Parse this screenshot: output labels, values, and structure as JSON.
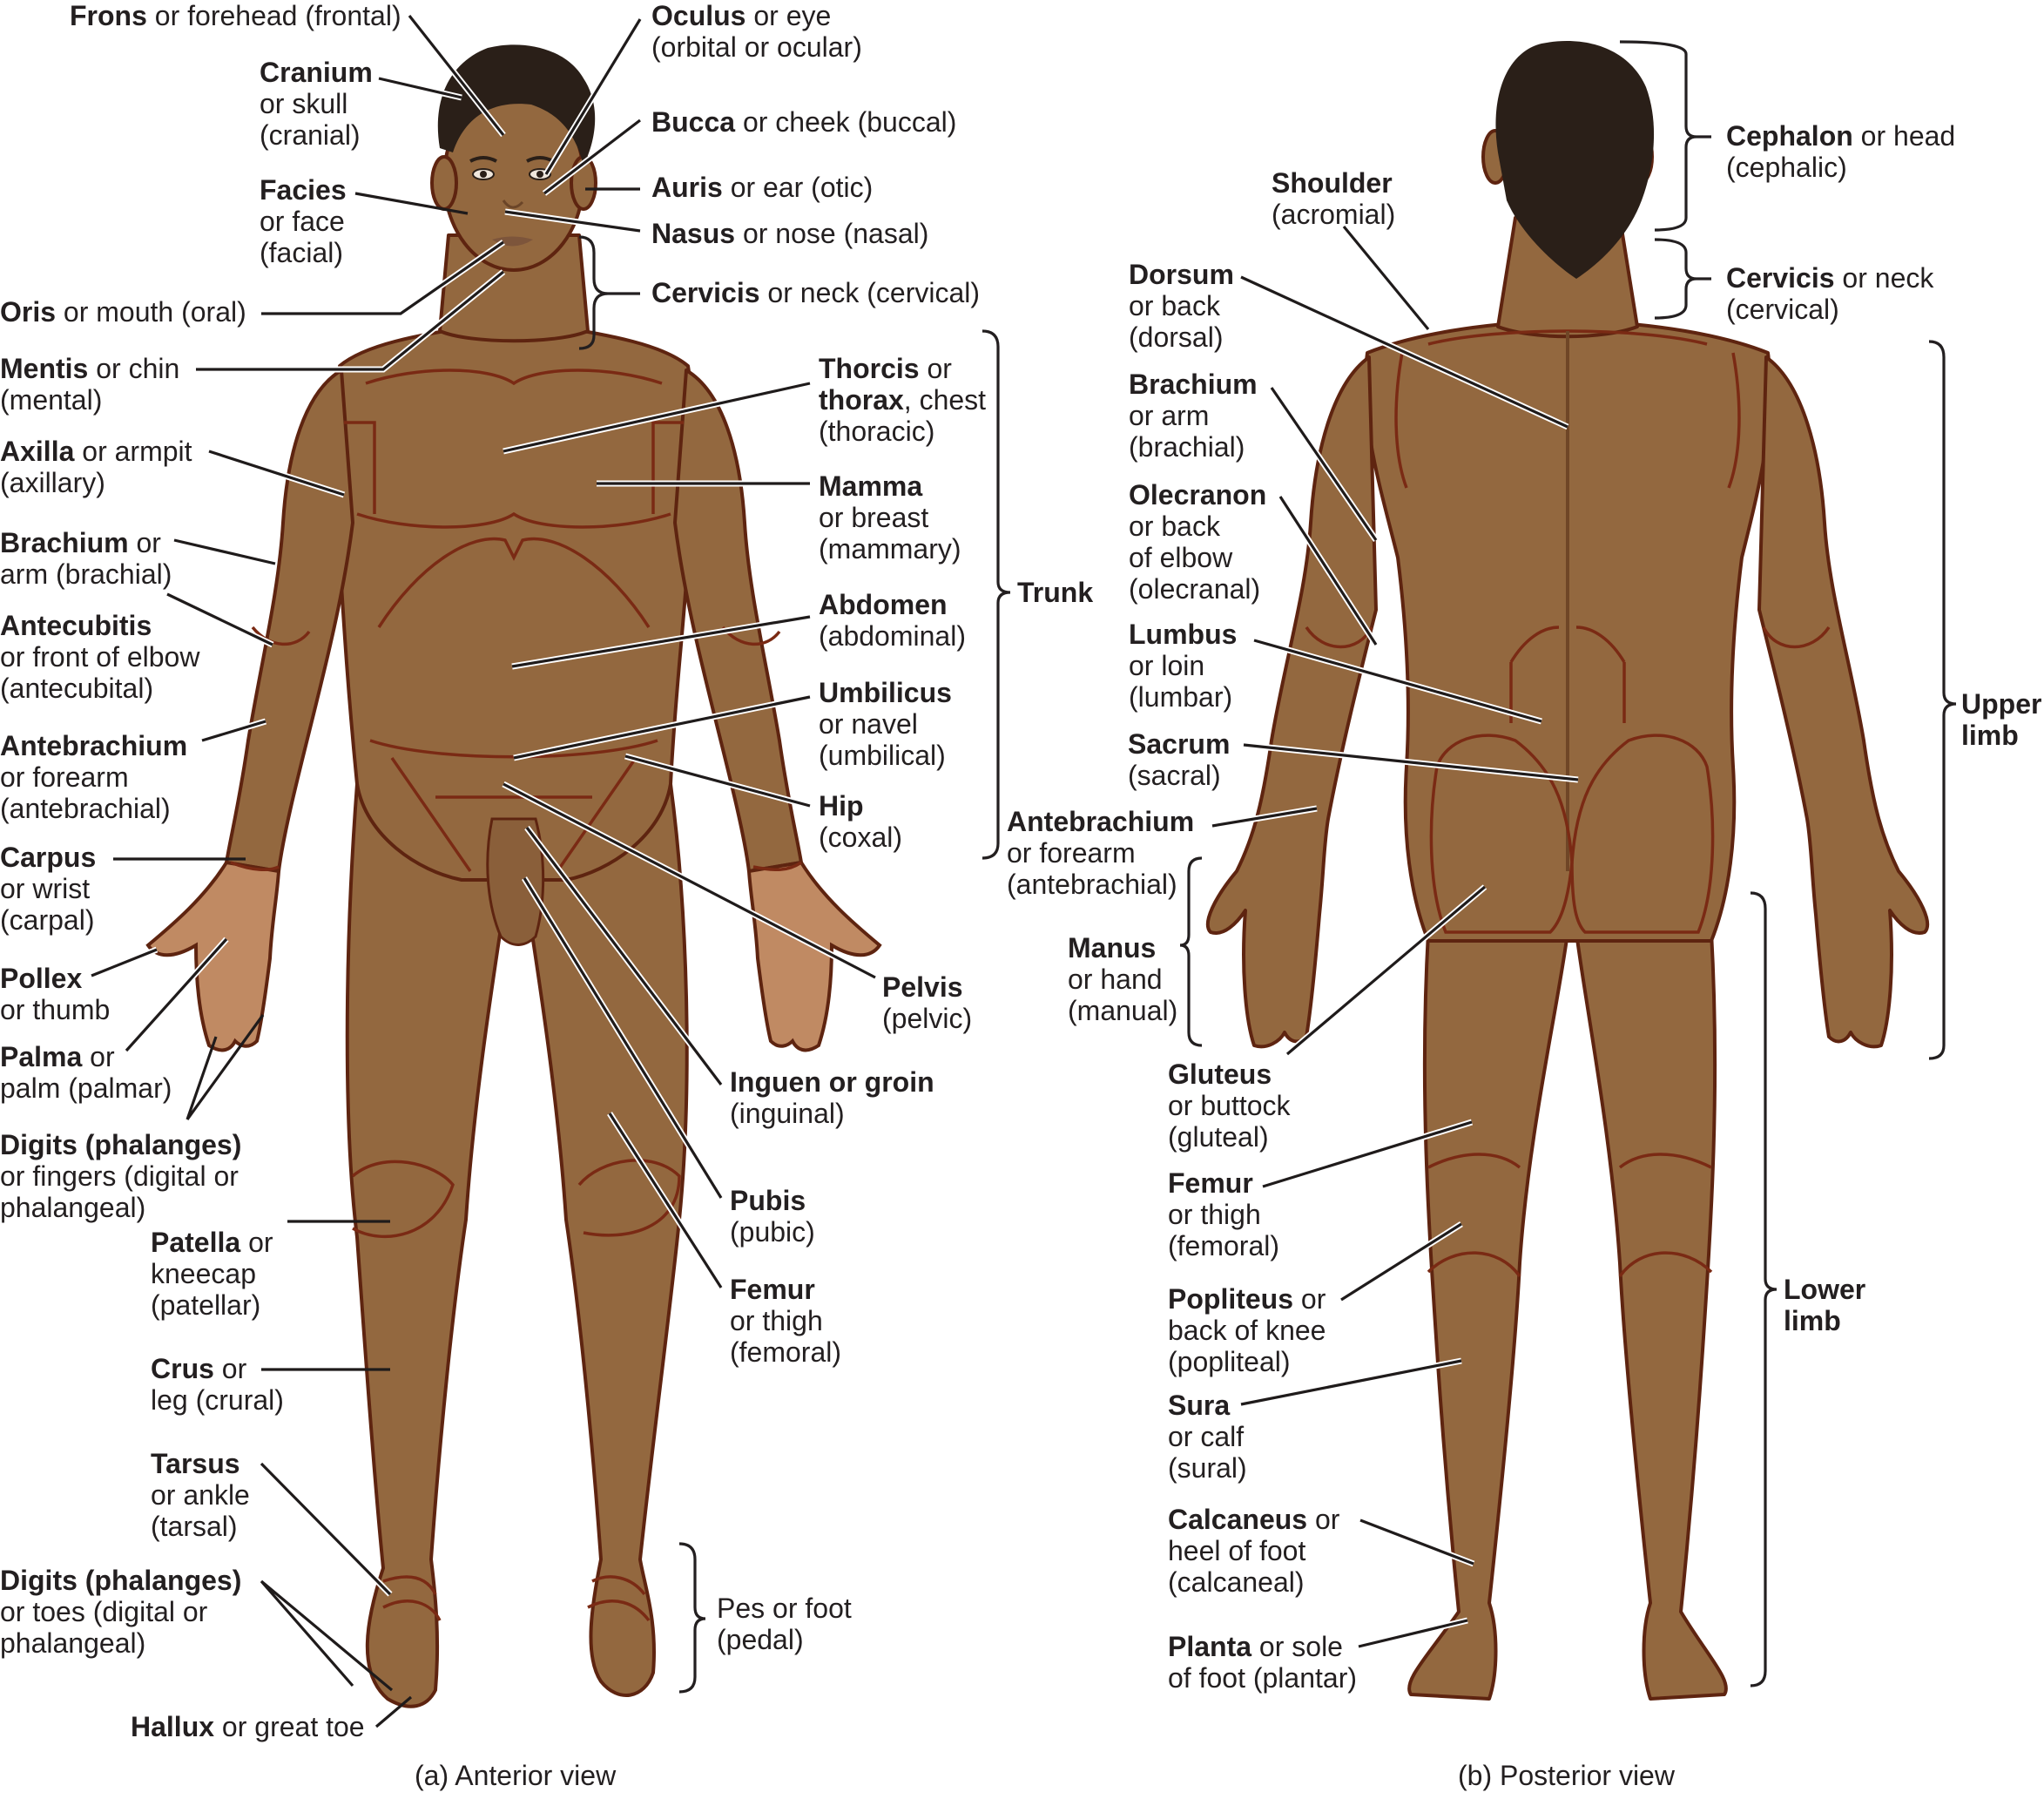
{
  "figure": {
    "anterior_caption": "(a) Anterior view",
    "posterior_caption": "(b) Posterior view",
    "colors": {
      "skin": "#93683f",
      "skin_shadow": "#84592f",
      "palm": "#c08a63",
      "region_outline": "#7a2a14",
      "hair": "#2a1f18",
      "text": "#231f20",
      "leader_line": "#1f1b1b"
    }
  },
  "anterior": {
    "labels": [
      {
        "id": "frons",
        "bold": "Frons",
        "rest": " or forehead (frontal)",
        "lines": []
      },
      {
        "id": "cranium",
        "bold": "Cranium",
        "rest": "",
        "lines": [
          "or skull",
          "(cranial)"
        ]
      },
      {
        "id": "facies",
        "bold": "Facies",
        "rest": "",
        "lines": [
          "or face",
          "(facial)"
        ]
      },
      {
        "id": "oris",
        "bold": "Oris",
        "rest": " or mouth (oral)",
        "lines": []
      },
      {
        "id": "mentis",
        "bold": "Mentis",
        "rest": " or chin",
        "lines": [
          "(mental)"
        ]
      },
      {
        "id": "axilla",
        "bold": "Axilla",
        "rest": " or armpit",
        "lines": [
          "(axillary)"
        ]
      },
      {
        "id": "brachium",
        "bold": "Brachium",
        "rest": " or",
        "lines": [
          "arm (brachial)"
        ]
      },
      {
        "id": "antecubitis",
        "bold": "Antecubitis",
        "rest": "",
        "lines": [
          "or front of elbow",
          "(antecubital)"
        ]
      },
      {
        "id": "antebrachium",
        "bold": "Antebrachium",
        "rest": "",
        "lines": [
          "or forearm",
          "(antebrachial)"
        ]
      },
      {
        "id": "carpus",
        "bold": "Carpus",
        "rest": "",
        "lines": [
          "or wrist",
          "(carpal)"
        ]
      },
      {
        "id": "pollex",
        "bold": "Pollex",
        "rest": "",
        "lines": [
          "or thumb"
        ]
      },
      {
        "id": "palma",
        "bold": "Palma",
        "rest": " or",
        "lines": [
          "palm (palmar)"
        ]
      },
      {
        "id": "digits_hand",
        "bold": "Digits (phalanges)",
        "rest": "",
        "lines": [
          "or fingers (digital or",
          "phalangeal)"
        ]
      },
      {
        "id": "patella",
        "bold": "Patella",
        "rest": " or",
        "lines": [
          "kneecap",
          "(patellar)"
        ]
      },
      {
        "id": "crus",
        "bold": "Crus",
        "rest": " or",
        "lines": [
          "leg (crural)"
        ]
      },
      {
        "id": "tarsus",
        "bold": "Tarsus",
        "rest": "",
        "lines": [
          "or ankle",
          "(tarsal)"
        ]
      },
      {
        "id": "digits_foot",
        "bold": "Digits (phalanges)",
        "rest": "",
        "lines": [
          "or toes (digital or",
          "phalangeal)"
        ]
      },
      {
        "id": "hallux",
        "bold": "Hallux",
        "rest": " or great toe",
        "lines": []
      },
      {
        "id": "oculus",
        "bold": "Oculus",
        "rest": " or eye",
        "lines": [
          "(orbital or ocular)"
        ]
      },
      {
        "id": "bucca",
        "bold": "Bucca",
        "rest": " or cheek (buccal)",
        "lines": []
      },
      {
        "id": "auris",
        "bold": "Auris",
        "rest": " or ear (otic)",
        "lines": []
      },
      {
        "id": "nasus",
        "bold": "Nasus",
        "rest": " or nose (nasal)",
        "lines": []
      },
      {
        "id": "cervicis",
        "bold": "Cervicis",
        "rest": " or neck (cervical)",
        "lines": []
      },
      {
        "id": "thorcis",
        "bold": "Thorcis",
        "rest": " or",
        "lines": []
      },
      {
        "id": "thorax",
        "bold": "thorax",
        "rest": ", chest",
        "lines": [
          "(thoracic)"
        ]
      },
      {
        "id": "mamma",
        "bold": "Mamma",
        "rest": "",
        "lines": [
          "or breast",
          "(mammary)"
        ]
      },
      {
        "id": "abdomen",
        "bold": "Abdomen",
        "rest": "",
        "lines": [
          "(abdominal)"
        ]
      },
      {
        "id": "umbilicus",
        "bold": "Umbilicus",
        "rest": "",
        "lines": [
          "or navel",
          "(umbilical)"
        ]
      },
      {
        "id": "hip",
        "bold": "Hip",
        "rest": "",
        "lines": [
          "(coxal)"
        ]
      },
      {
        "id": "pelvis",
        "bold": "Pelvis",
        "rest": "",
        "lines": [
          "(pelvic)"
        ]
      },
      {
        "id": "inguen",
        "bold": "Inguen or groin",
        "rest": "",
        "lines": [
          "(inguinal)"
        ]
      },
      {
        "id": "pubis",
        "bold": "Pubis",
        "rest": "",
        "lines": [
          "(pubic)"
        ]
      },
      {
        "id": "femur",
        "bold": "Femur",
        "rest": "",
        "lines": [
          "or thigh",
          "(femoral)"
        ]
      },
      {
        "id": "pes",
        "bold": "",
        "rest": "Pes or foot",
        "lines": [
          "(pedal)"
        ]
      }
    ],
    "brackets": [
      {
        "id": "trunk",
        "label": "Trunk"
      }
    ]
  },
  "posterior": {
    "labels": [
      {
        "id": "shoulder",
        "bold": "Shoulder",
        "rest": "",
        "lines": [
          "(acromial)"
        ]
      },
      {
        "id": "dorsum",
        "bold": "Dorsum",
        "rest": "",
        "lines": [
          "or back",
          "(dorsal)"
        ]
      },
      {
        "id": "brachium",
        "bold": "Brachium",
        "rest": "",
        "lines": [
          "or arm",
          "(brachial)"
        ]
      },
      {
        "id": "olecranon",
        "bold": "Olecranon",
        "rest": "",
        "lines": [
          "or back",
          "of elbow",
          "(olecranal)"
        ]
      },
      {
        "id": "lumbus",
        "bold": "Lumbus",
        "rest": "",
        "lines": [
          "or loin",
          "(lumbar)"
        ]
      },
      {
        "id": "sacrum",
        "bold": "Sacrum",
        "rest": "",
        "lines": [
          "(sacral)"
        ]
      },
      {
        "id": "antebrachium",
        "bold": "Antebrachium",
        "rest": "",
        "lines": [
          "or forearm",
          "(antebrachial)"
        ]
      },
      {
        "id": "manus",
        "bold": "Manus",
        "rest": "",
        "lines": [
          "or hand",
          "(manual)"
        ]
      },
      {
        "id": "gluteus",
        "bold": "Gluteus",
        "rest": "",
        "lines": [
          "or buttock",
          "(gluteal)"
        ]
      },
      {
        "id": "femur",
        "bold": "Femur",
        "rest": "",
        "lines": [
          "or thigh",
          "(femoral)"
        ]
      },
      {
        "id": "popliteus",
        "bold": "Popliteus",
        "rest": " or",
        "lines": [
          "back of knee",
          "(popliteal)"
        ]
      },
      {
        "id": "sura",
        "bold": "Sura",
        "rest": "",
        "lines": [
          "or calf",
          "(sural)"
        ]
      },
      {
        "id": "calcaneus",
        "bold": "Calcaneus",
        "rest": " or",
        "lines": [
          "heel of foot",
          "(calcaneal)"
        ]
      },
      {
        "id": "planta",
        "bold": "Planta",
        "rest": " or sole",
        "lines": [
          "of foot (plantar)"
        ]
      },
      {
        "id": "cephalon",
        "bold": "Cephalon",
        "rest": " or head",
        "lines": [
          "(cephalic)"
        ]
      },
      {
        "id": "cervicis",
        "bold": "Cervicis",
        "rest": " or neck",
        "lines": [
          "(cervical)"
        ]
      }
    ],
    "brackets": [
      {
        "id": "upper_limb",
        "label_l1": "Upper",
        "label_l2": "limb"
      },
      {
        "id": "lower_limb",
        "label_l1": "Lower",
        "label_l2": "limb"
      }
    ]
  }
}
